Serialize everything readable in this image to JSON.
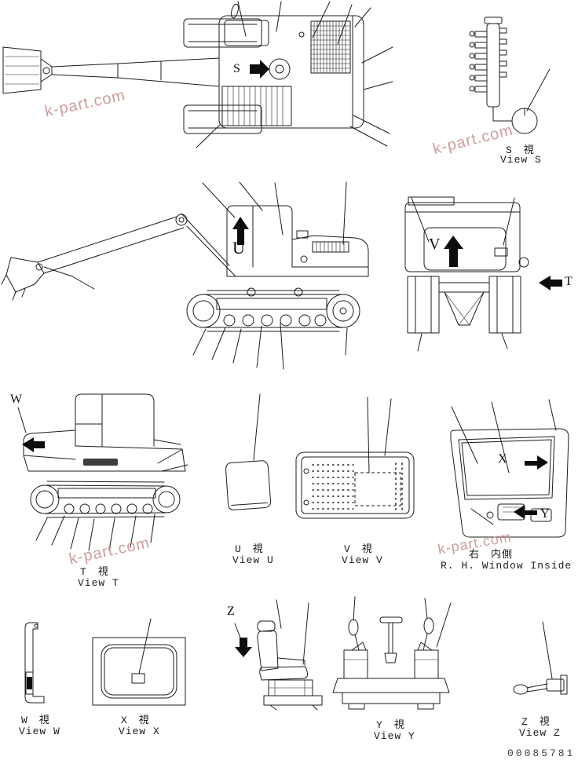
{
  "page": {
    "part_number": "00085781",
    "watermark": "k-part.com",
    "line_color": "#1c1c1c",
    "watermark_color": "#c98f8f"
  },
  "markers": {
    "s": "S",
    "t": "T",
    "u": "U",
    "v": "V",
    "w": "W",
    "x": "X",
    "y": "Y",
    "z": "Z"
  },
  "views": {
    "s": {
      "kanji": "S　視",
      "label": "View S"
    },
    "t": {
      "kanji": "T　視",
      "label": "View T"
    },
    "u": {
      "kanji": "U　視",
      "label": "View U"
    },
    "v": {
      "kanji": "V　視",
      "label": "View V"
    },
    "w": {
      "kanji": "W　視",
      "label": "View W"
    },
    "x": {
      "kanji": "X　視",
      "label": "View X"
    },
    "y": {
      "kanji": "Y　視",
      "label": "View Y"
    },
    "z": {
      "kanji": "Z　視",
      "label": "View Z"
    },
    "window_inside": {
      "kanji": "右　内側",
      "label": "R. H. Window Inside"
    }
  }
}
